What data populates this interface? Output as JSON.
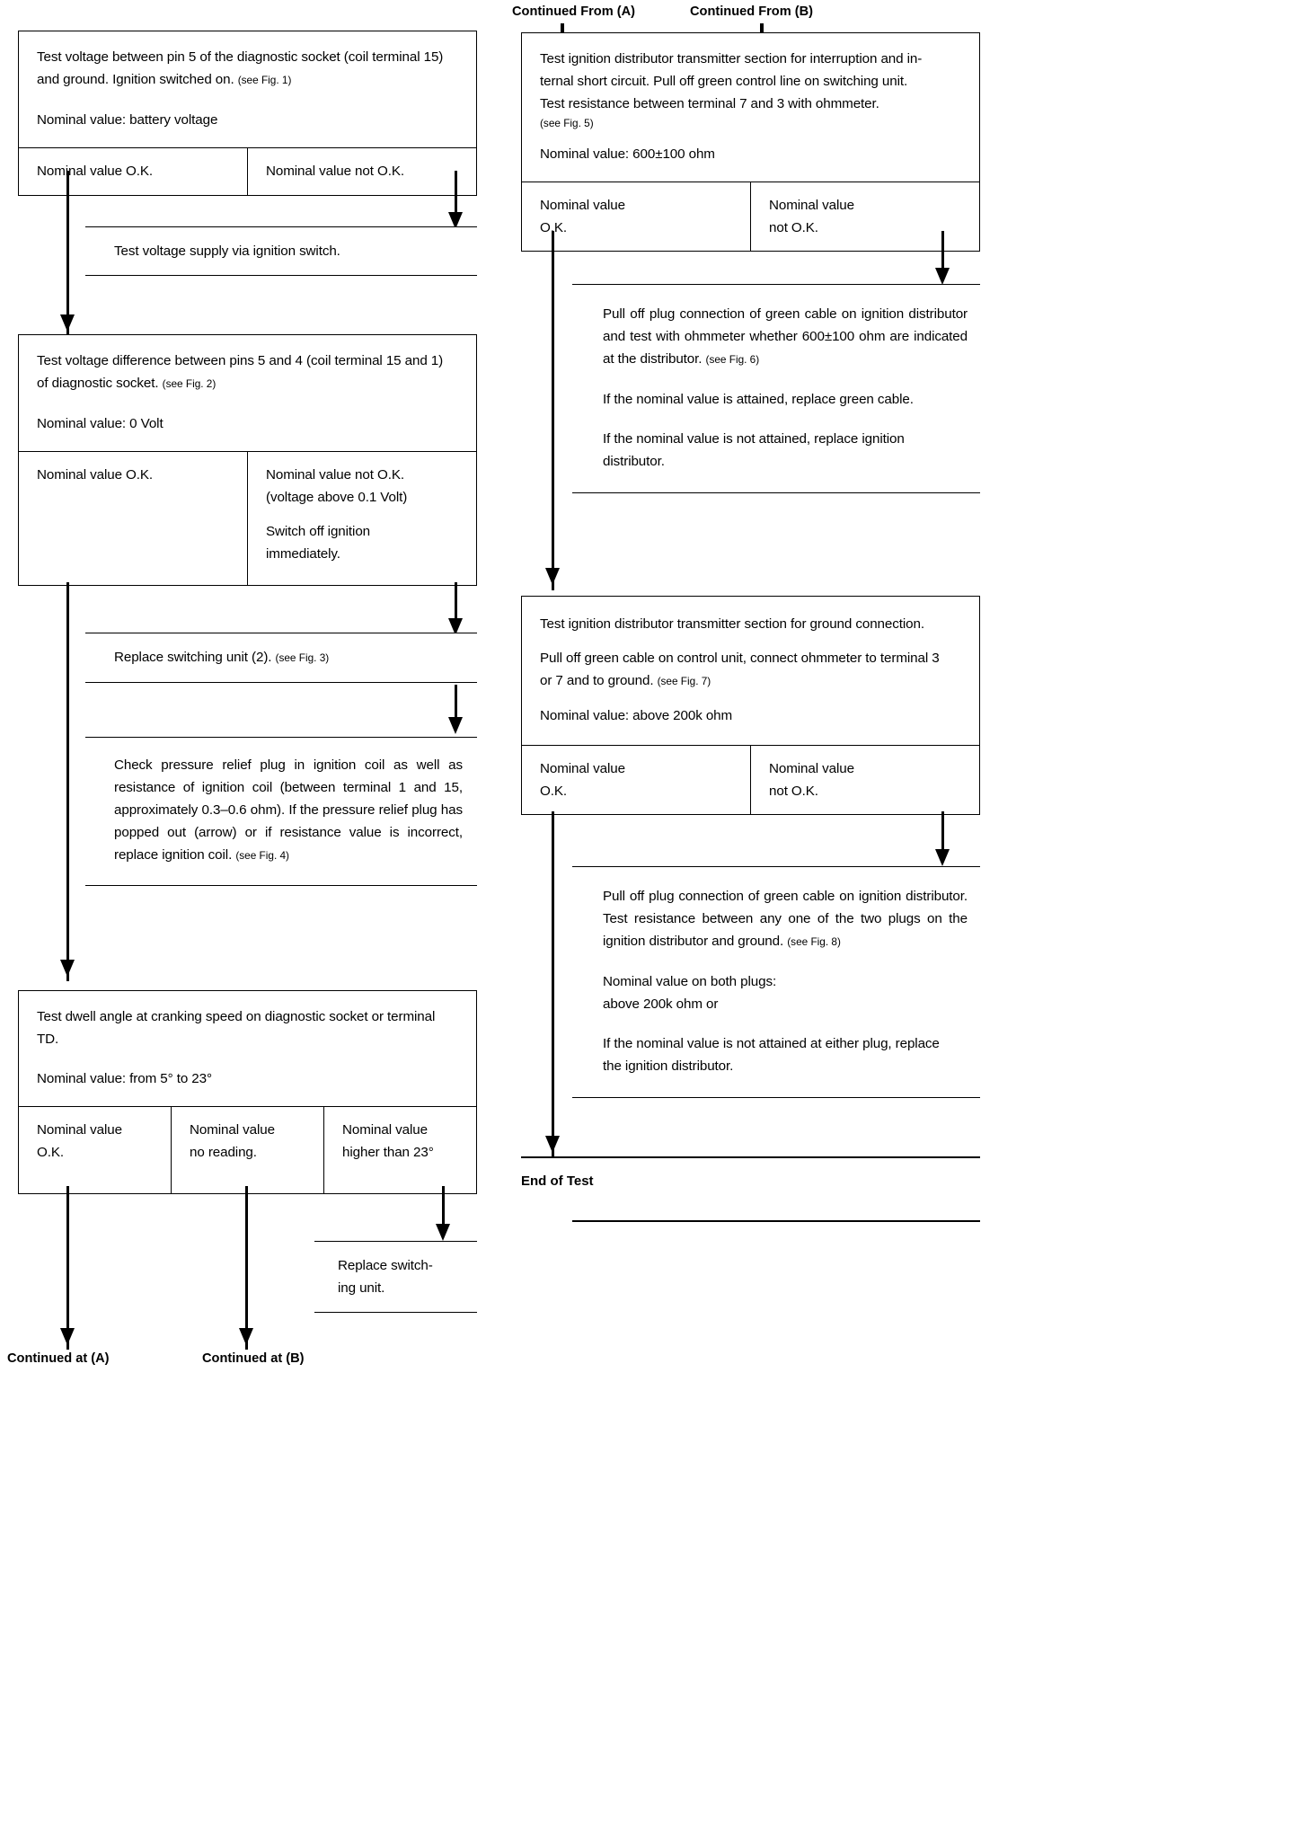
{
  "document": {
    "type": "diagnostic-flowchart",
    "title": "Ignition System Test Flow Chart"
  },
  "left_column": {
    "step1": {
      "body_line1": "Test voltage between pin 5 of the diagnostic socket (coil terminal 15)",
      "body_line2": "and ground. Ignition switched on.",
      "fig_ref": "(see Fig. 1)",
      "nominal": "Nominal value: battery voltage",
      "branch_ok": "Nominal value O.K.",
      "branch_not_ok": "Nominal value not O.K."
    },
    "note1": {
      "text": "Test voltage supply via ignition switch."
    },
    "step2": {
      "body_line1": "Test voltage difference between pins 5 and 4 (coil terminal 15 and 1)",
      "body_line2": "of diagnostic socket.",
      "fig_ref": "(see Fig. 2)",
      "nominal": "Nominal value: 0 Volt",
      "branch_ok": "Nominal value O.K.",
      "branch_not_ok_line1": "Nominal value not O.K.",
      "branch_not_ok_line2": "(voltage above 0.1 Volt)",
      "branch_not_ok_line3": "Switch off ignition",
      "branch_not_ok_line4": "immediately."
    },
    "note2": {
      "text": "Replace switching unit (2).",
      "fig_ref": "(see Fig. 3)"
    },
    "note3": {
      "paragraph": "Check pressure relief plug in ignition coil as well as resistance of ignition coil (between terminal 1 and 15, approximately 0.3–0.6 ohm). If the pressure relief plug has popped out (arrow) or if resistance value is incorrect, replace ignition coil.",
      "fig_ref": "(see Fig. 4)"
    },
    "step3": {
      "body_line1": "Test dwell angle at cranking speed on diagnostic socket or terminal",
      "body_line2": "TD.",
      "nominal": "Nominal value: from 5° to 23°",
      "branch_a_line1": "Nominal value",
      "branch_a_line2": "O.K.",
      "branch_b_line1": "Nominal value",
      "branch_b_line2": "no reading.",
      "branch_c_line1": "Nominal value",
      "branch_c_line2": "higher than 23°"
    },
    "note4": {
      "line1": "Replace switch-",
      "line2": "ing unit."
    },
    "footer_a": "Continued at (A)",
    "footer_b": "Continued at (B)"
  },
  "right_column": {
    "header_a": "Continued From (A)",
    "header_b": "Continued From (B)",
    "step4": {
      "body_line1": "Test ignition distributor transmitter section for interruption and in-",
      "body_line2": "ternal short circuit. Pull off green control line on switching unit.",
      "body_line3": "Test resistance between terminal 7 and 3 with ohmmeter.",
      "fig_ref": "(see Fig. 5)",
      "nominal": "Nominal value: 600±100 ohm",
      "branch_ok_line1": "Nominal value",
      "branch_ok_line2": "O.K.",
      "branch_not_ok_line1": "Nominal value",
      "branch_not_ok_line2": "not O.K."
    },
    "note5": {
      "paragraph": "Pull off plug connection of green cable on ignition distributor and test with ohmmeter whether 600±100 ohm are indicated at the distributor.",
      "fig_ref": "(see Fig. 6)",
      "line2": "If the nominal value is attained, replace green cable.",
      "line3a": "If the nominal value is not attained, replace ignition",
      "line3b": "distributor."
    },
    "step5": {
      "body_line1": "Test ignition distributor transmitter section for ground connection.",
      "body_line2": "Pull off green cable on control unit, connect ohmmeter to terminal 3",
      "body_line3": "or 7 and to ground.",
      "fig_ref": "(see Fig. 7)",
      "nominal": "Nominal value: above 200k ohm",
      "branch_ok_line1": "Nominal value",
      "branch_ok_line2": "O.K.",
      "branch_not_ok_line1": "Nominal value",
      "branch_not_ok_line2": "not O.K."
    },
    "note6": {
      "paragraph": "Pull off plug connection of green cable on ignition distributor. Test resistance between any one of the two plugs on the ignition distributor and ground.",
      "fig_ref": "(see Fig. 8)",
      "line2a": "Nominal value on both plugs:",
      "line2b": "above 200k ohm or",
      "line3a": "If the nominal value is not attained at either plug, replace",
      "line3b": "the ignition distributor."
    },
    "end_of_test": "End of Test"
  },
  "colors": {
    "ink": "#000000",
    "paper": "#ffffff"
  }
}
